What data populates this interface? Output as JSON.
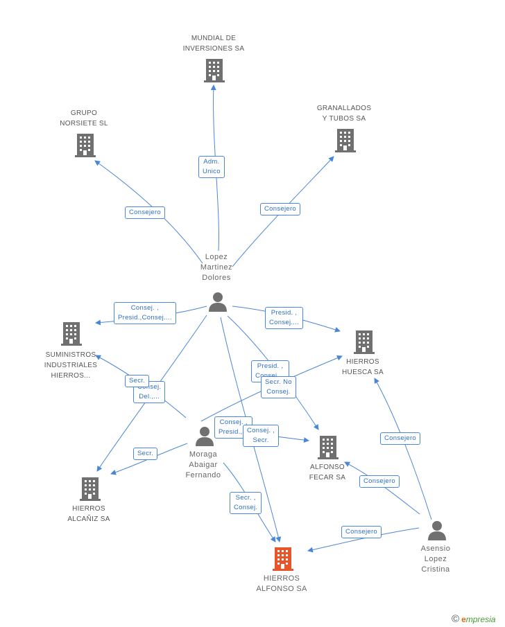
{
  "companies": [
    {
      "id": "mundial",
      "lines": [
        "MUNDIAL DE",
        "INVERSIONES SA"
      ]
    },
    {
      "id": "grupo",
      "lines": [
        "GRUPO",
        "NORSIETE SL"
      ]
    },
    {
      "id": "granallados",
      "lines": [
        "GRANALLADOS",
        "Y TUBOS SA"
      ]
    },
    {
      "id": "suministros",
      "lines": [
        "SUMINISTROS",
        "INDUSTRIALES",
        "HIERROS..."
      ]
    },
    {
      "id": "huesca",
      "lines": [
        "HIERROS",
        "HUESCA SA"
      ]
    },
    {
      "id": "fecar",
      "lines": [
        "ALFONSO",
        "FECAR SA"
      ]
    },
    {
      "id": "alcaniz",
      "lines": [
        "HIERROS",
        "ALCAÑIZ SA"
      ]
    },
    {
      "id": "alfonso",
      "lines": [
        "HIERROS",
        "ALFONSO SA"
      ],
      "focus": true
    }
  ],
  "people": [
    {
      "id": "lopez",
      "lines": [
        "Lopez",
        "Martinez",
        "Dolores"
      ]
    },
    {
      "id": "moraga",
      "lines": [
        "Moraga",
        "Abaigar",
        "Fernando"
      ]
    },
    {
      "id": "asensio",
      "lines": [
        "Asensio",
        "Lopez",
        "Cristina"
      ]
    }
  ],
  "edge_labels": [
    {
      "id": "e1",
      "lines": [
        "Adm.",
        "Unico"
      ]
    },
    {
      "id": "e2",
      "lines": [
        "Consejero"
      ]
    },
    {
      "id": "e3",
      "lines": [
        "Consejero"
      ]
    },
    {
      "id": "e4",
      "lines": [
        "Consej. ,",
        "Presid.,Consej...."
      ]
    },
    {
      "id": "e5",
      "lines": [
        "Presid. ,",
        "Consej...."
      ]
    },
    {
      "id": "e6",
      "lines": [
        "Presid. ,",
        "Consej...."
      ]
    },
    {
      "id": "e7",
      "lines": [
        "Secr.  No",
        "Consej."
      ]
    },
    {
      "id": "e8",
      "lines": [
        "Consej.",
        "Del.,..."
      ]
    },
    {
      "id": "e9",
      "lines": [
        "Secr."
      ]
    },
    {
      "id": "e10",
      "lines": [
        "Consej. ,",
        "Presid.,..."
      ]
    },
    {
      "id": "e11",
      "lines": [
        "Consej. ,",
        "Secr."
      ]
    },
    {
      "id": "e12",
      "lines": [
        "Secr."
      ]
    },
    {
      "id": "e13",
      "lines": [
        "Secr. ,",
        "Consej."
      ]
    },
    {
      "id": "e14",
      "lines": [
        "Consejero"
      ]
    },
    {
      "id": "e15",
      "lines": [
        "Consejero"
      ]
    },
    {
      "id": "e16",
      "lines": [
        "Consejero"
      ]
    }
  ],
  "colors": {
    "edge": "#4a86d8",
    "building": "#707070",
    "focus": "#e8552a",
    "person": "#707070"
  },
  "footer": {
    "copyright": "©",
    "brand_first": "e",
    "brand_rest": "mpresia"
  }
}
